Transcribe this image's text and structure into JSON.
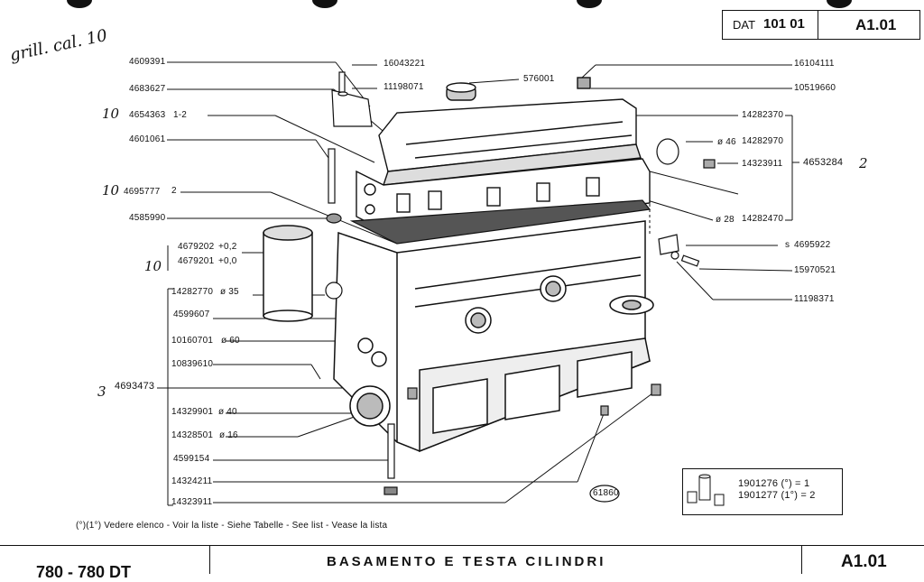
{
  "header": {
    "dat_prefix": "DAT",
    "dat_number": "101 01",
    "page_code": "A1.01"
  },
  "handwritten": {
    "top_left": "grill. cal. 10",
    "mark_1": "10",
    "mark_2": "10",
    "mark_3": "10",
    "mark_4": "3",
    "mark_5": "2"
  },
  "parts_left": [
    {
      "number": "4609391",
      "qty": ""
    },
    {
      "number": "4683627",
      "qty": ""
    },
    {
      "number": "4654363",
      "qty": "1-2"
    },
    {
      "number": "4601061",
      "qty": ""
    },
    {
      "number": "4695777",
      "qty": "2"
    },
    {
      "number": "4585990",
      "qty": ""
    },
    {
      "number": "4679202",
      "qty": "+0,2"
    },
    {
      "number": "4679201",
      "qty": "+0,0"
    },
    {
      "number": "14282770",
      "qty": "ø 35"
    },
    {
      "number": "4599607",
      "qty": ""
    },
    {
      "number": "10160701",
      "qty": "ø 60"
    },
    {
      "number": "10839610",
      "qty": ""
    },
    {
      "number": "4693473",
      "qty": ""
    },
    {
      "number": "14329901",
      "qty": "ø 40"
    },
    {
      "number": "14328501",
      "qty": "ø 16"
    },
    {
      "number": "4599154",
      "qty": ""
    },
    {
      "number": "14324211",
      "qty": ""
    },
    {
      "number": "14323911",
      "qty": ""
    }
  ],
  "parts_top": [
    {
      "number": "16043221"
    },
    {
      "number": "11198071"
    },
    {
      "number": "576001"
    }
  ],
  "parts_right": [
    {
      "number": "16104111",
      "qty": ""
    },
    {
      "number": "10519660",
      "qty": ""
    },
    {
      "number": "14282370",
      "qty": ""
    },
    {
      "number": "14282970",
      "qty": "ø 46"
    },
    {
      "number": "14323911",
      "qty": ""
    },
    {
      "number": "4653284",
      "qty": ""
    },
    {
      "number": "14282470",
      "qty": "ø 28"
    },
    {
      "number": "4695922",
      "qty": "s"
    },
    {
      "number": "15970521",
      "qty": ""
    },
    {
      "number": "11198371",
      "qty": ""
    }
  ],
  "figure_ref": "61860",
  "legend": {
    "line1": "1901276 (°) = 1",
    "line2": "1901277 (1°) = 2"
  },
  "footnote": "(°)(1°) Vedere elenco - Voir la liste - Siehe Tabelle - See list - Vease la lista",
  "footer": {
    "models": "780 - 780 DT",
    "title": "BASAMENTO E TESTA CILINDRI",
    "page_code": "A1.01"
  }
}
